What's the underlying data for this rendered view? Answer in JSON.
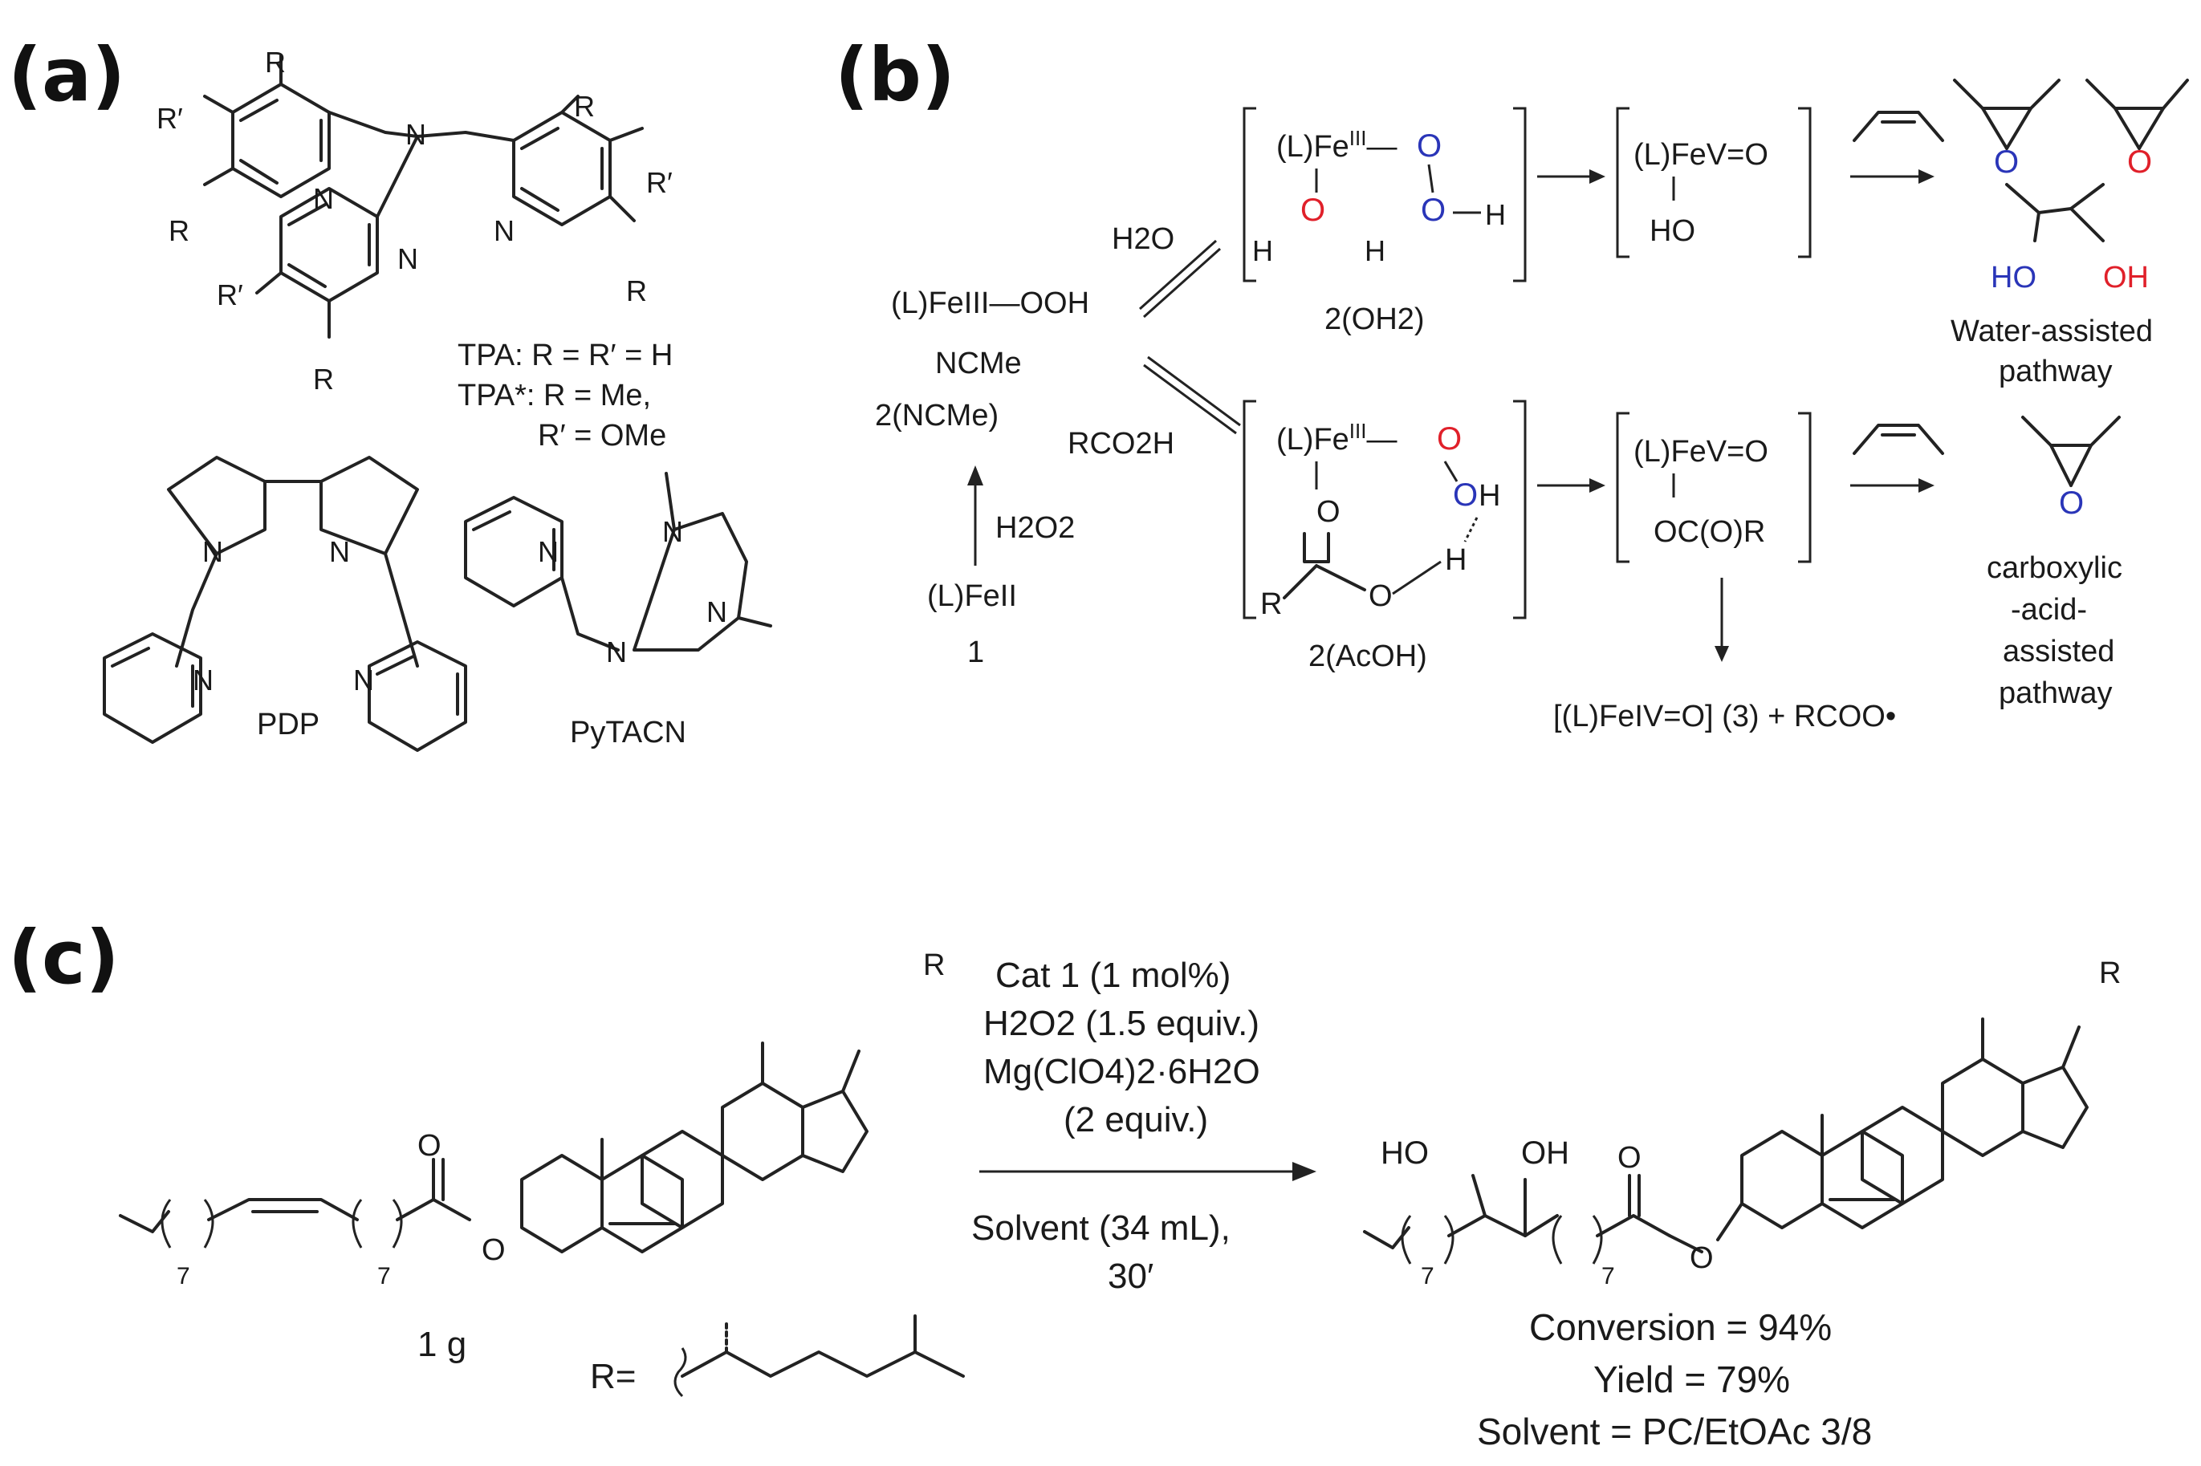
{
  "panels": {
    "a": "(a)",
    "b": "(b)",
    "c": "(c)"
  },
  "panel_a": {
    "tpa_def": "TPA: R = R′ = H",
    "tpa_star_def_1": "TPA*: R = Me,",
    "tpa_star_def_2": "R′ = OMe",
    "pdp": "PDP",
    "pytacn": "PyTACN",
    "R": "R",
    "Rp": "R′",
    "N": "N"
  },
  "panel_b": {
    "h2o_reagent": "H2O",
    "fe3_ooh": "(L)FeIII—OOH",
    "ncme": "NCMe",
    "label_2ncme": "2(NCMe)",
    "rco2h": "RCO2H",
    "h2o2": "H2O2",
    "fe2": "(L)FeII",
    "label_1": "1",
    "label_2oh2": "2(OH2)",
    "label_2acoh": "2(AcOH)",
    "fe5_o": "(L)FeV=O",
    "ho": "HO",
    "oc_o_r": "OC(O)R",
    "fe4_product": "[(L)FeIV=O] (3) + RCOO•",
    "water_pathway_1": "Water-assisted",
    "water_pathway_2": "pathway",
    "acid_pathway_1": "carboxylic",
    "acid_pathway_2": "-acid-",
    "acid_pathway_3": "assisted",
    "acid_pathway_4": "pathway",
    "HO": "HO",
    "OH": "OH"
  },
  "panel_c": {
    "cond_1": "Cat 1 (1 mol%)",
    "cond_2": "H2O2 (1.5 equiv.)",
    "cond_3": "Mg(ClO4)2·6H2O",
    "cond_4": "(2 equiv.)",
    "cond_5": "Solvent (34 mL),",
    "cond_6": "30′",
    "scale": "1 g",
    "r_def": "R=",
    "conversion": "Conversion = 94%",
    "yield": "Yield = 79%",
    "solvent": "Solvent = PC/EtOAc 3/8",
    "R": "R",
    "O": "O",
    "HO": "HO",
    "OH": "OH",
    "sub7": "7"
  },
  "colors": {
    "oxygen_red": "#e0202a",
    "oxygen_blue": "#2a35b8"
  }
}
